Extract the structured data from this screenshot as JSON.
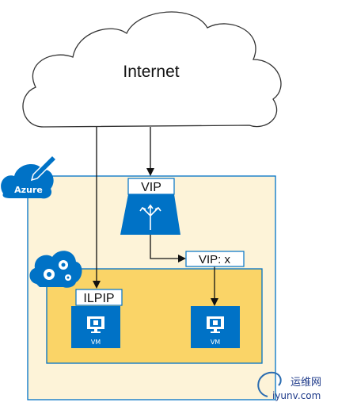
{
  "internet": {
    "label": "Internet"
  },
  "azure": {
    "badge_label": "Azure",
    "icon": "pencil-icon"
  },
  "cloud_service": {
    "icon": "gear-icon"
  },
  "load_balancer": {
    "vip_label": "VIP",
    "icon": "load-balancer-icon"
  },
  "internal_endpoint": {
    "label": "VIP: x"
  },
  "ilpip": {
    "label": "ILPIP"
  },
  "vms": [
    {
      "label": "VM",
      "icon": "vm-monitor-icon"
    },
    {
      "label": "VM",
      "icon": "vm-monitor-icon"
    }
  ],
  "watermark": {
    "line1": "运维网",
    "line2": "iyunv.com"
  },
  "colors": {
    "azure_blue": "#0072C6",
    "region_fill": "#FDF3D8",
    "service_fill": "#FAD467",
    "line": "#111111"
  }
}
